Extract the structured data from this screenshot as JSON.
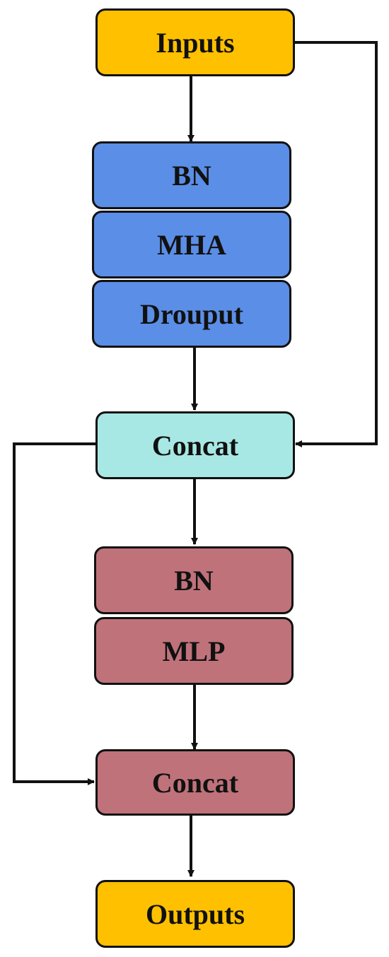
{
  "colors": {
    "io": "#ffc000",
    "attention": "#5b8ee6",
    "concat_1": "#a8e8e4",
    "mlp": "#c0727a",
    "stroke": "#111111"
  },
  "nodes": {
    "inputs": "Inputs",
    "bn_1": "BN",
    "mha": "MHA",
    "dropout": "Drouput",
    "concat_1": "Concat",
    "bn_2": "BN",
    "mlp": "MLP",
    "concat_2": "Concat",
    "outputs": "Outputs"
  }
}
